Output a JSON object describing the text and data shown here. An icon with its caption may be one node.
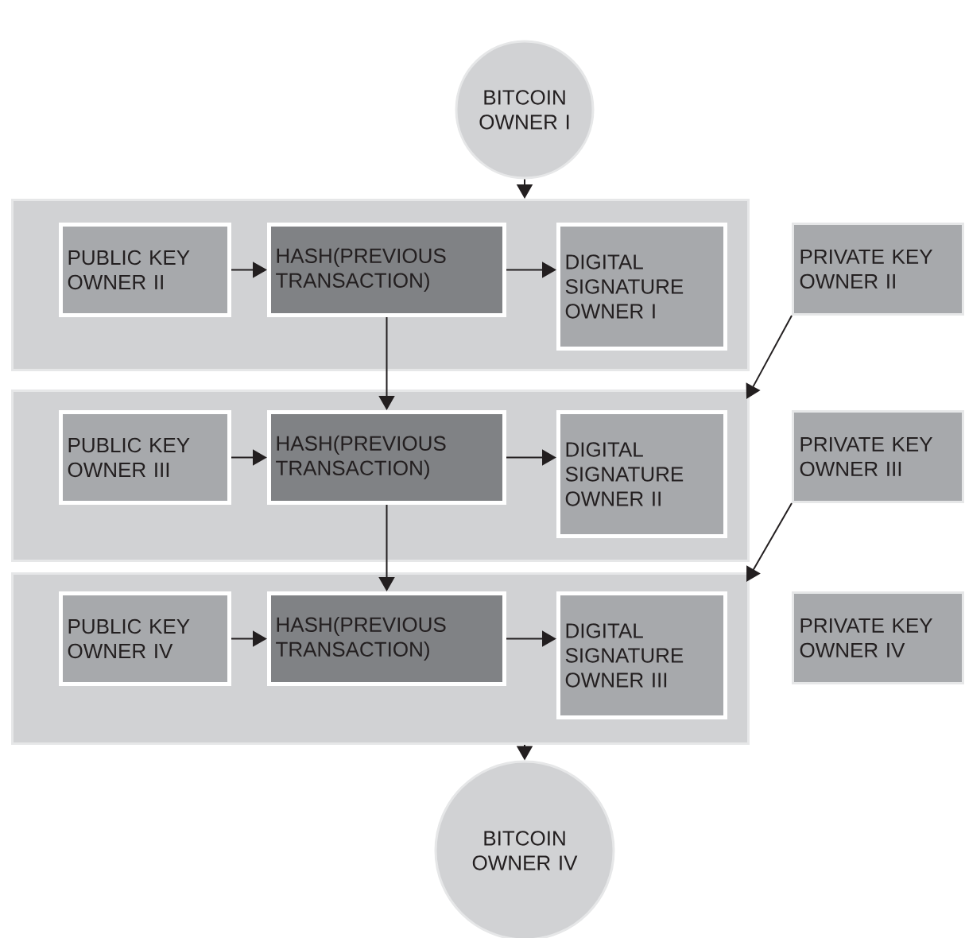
{
  "diagram": {
    "nodes": [
      {
        "text": [
          "BITCOIN OWNER I"
        ]
      },
      {
        "text": [],
        "shape": "box"
      },
      {
        "text": [
          "PUBLIC KEY OWNER II"
        ],
        "in": 1
      },
      {
        "text": [
          "HASH(PREVIOUS TRANSACTION)"
        ],
        "in": 1
      },
      {
        "text": [
          "DIGITAL SIGNATURE OWNER I"
        ],
        "in": 1
      },
      {
        "text": [
          "PRIVATE KEY OWNER II"
        ]
      },
      {
        "text": [],
        "shape": "box"
      },
      {
        "text": [
          "PUBLIC KEY OWNER III"
        ],
        "in": 6
      },
      {
        "text": [
          "HASH(PREVIOUS TRANSACTION)"
        ],
        "in": 6
      },
      {
        "text": [
          "DIGITAL SIGNATURE OWNER II"
        ],
        "in": 6
      },
      {
        "text": [
          "PRIVATE KEY OWNER III"
        ]
      },
      {
        "text": [],
        "shape": "box"
      },
      {
        "text": [
          "PUBLIC KEY OWNER IV"
        ],
        "in": 11
      },
      {
        "text": [
          "HASH(PREVIOUS TRANSACTION)"
        ],
        "in": 11
      },
      {
        "text": [
          "DIGITAL SIGNATURE OWNER III"
        ],
        "in": 11
      },
      {
        "text": [
          "PRIVATE KEY OWNER IV"
        ]
      },
      {
        "text": [
          "BITCOIN OWNER IV"
        ]
      }
    ],
    "edges": [
      {
        "from": 0,
        "to": 1,
        "arrow": "to"
      },
      {
        "from": 2,
        "to": 3,
        "arrow": "to"
      },
      {
        "from": 3,
        "to": 4,
        "arrow": "to"
      },
      {
        "from": 3,
        "to": 8,
        "arrow": "to"
      },
      {
        "from": 5,
        "to": 6,
        "arrow": "to"
      },
      {
        "from": 7,
        "to": 8,
        "arrow": "to"
      },
      {
        "from": 8,
        "to": 9,
        "arrow": "to"
      },
      {
        "from": 8,
        "to": 13,
        "arrow": "to"
      },
      {
        "from": 10,
        "to": 11,
        "arrow": "to"
      },
      {
        "from": 12,
        "to": 13,
        "arrow": "to"
      },
      {
        "from": 13,
        "to": 14,
        "arrow": "to"
      },
      {
        "from": 11,
        "to": 16,
        "arrow": "to"
      }
    ]
  }
}
